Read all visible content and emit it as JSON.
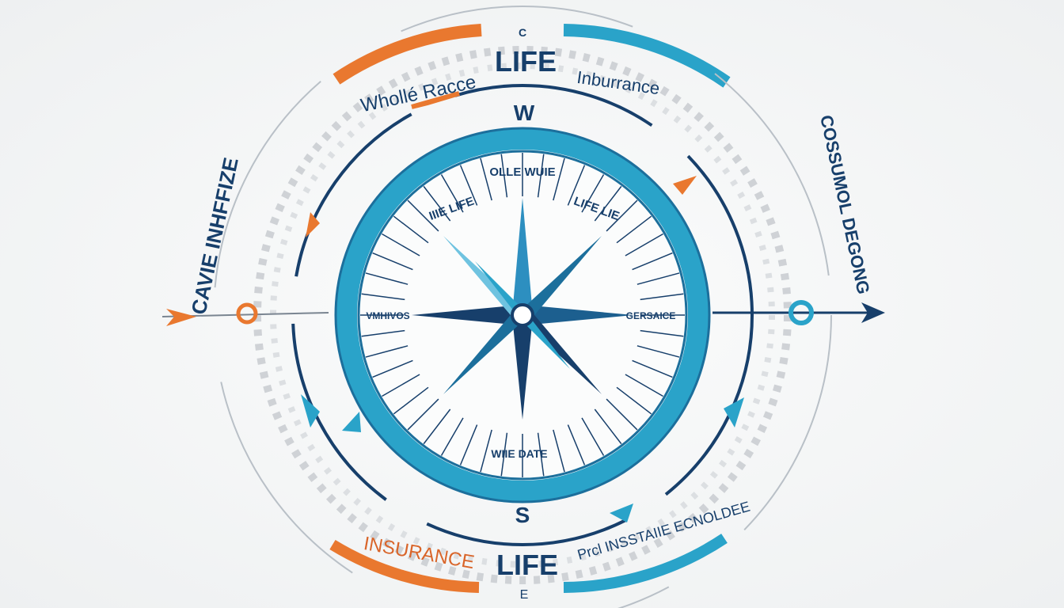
{
  "top": {
    "cardinal": "C",
    "title": "LIFE",
    "left_label": "Whollé Racce",
    "right_label": "Inburrance",
    "compass_letter": "W"
  },
  "bottom": {
    "compass_letter": "S",
    "left_label": "INSURANCE",
    "title": "LIFE",
    "cardinal": "E",
    "right_label": "Prcl INSSTAIIE ECNOLDEE"
  },
  "sides": {
    "left_label": "CAVIE INHFFIZE",
    "right_label": "COSSUMOL DEGONG"
  },
  "inner": {
    "top_center": "OLLE WUIE",
    "top_left": "IIIE LIFE",
    "top_right": "LIFE LIE",
    "left": "VMHIVOS",
    "right": "GERSAICE",
    "bottom": "WIIE DATE"
  },
  "colors": {
    "navy": "#173f6b",
    "blue": "#2aa3c9",
    "orange": "#e9782f",
    "gray": "#c9ccd0"
  }
}
